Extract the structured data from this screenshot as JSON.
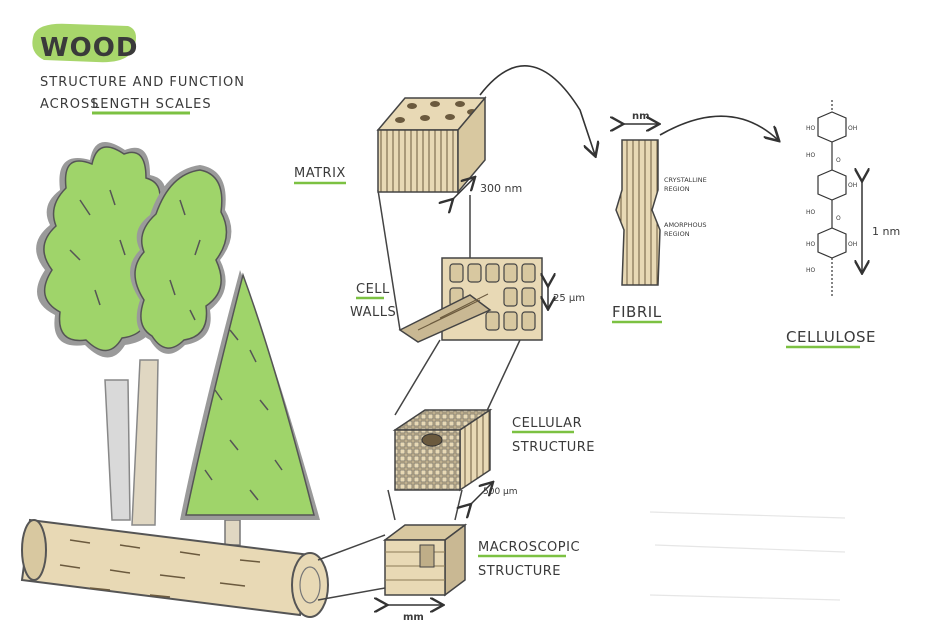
{
  "title": {
    "main": "WOOD",
    "line1": "STRUCTURE AND FUNCTION",
    "line2_prefix": "ACROSS",
    "line2_highlight": "LENGTH SCALES"
  },
  "labels": {
    "matrix": "MATRIX",
    "cell_walls_1": "CELL",
    "cell_walls_2": "WALLS",
    "cellular_1": "CELLULAR",
    "cellular_2": "STRUCTURE",
    "macro_1": "MACROSCOPIC",
    "macro_2": "STRUCTURE",
    "fibril": "FIBRIL",
    "cellulose": "CELLULOSE",
    "crystalline_1": "CRYSTALLINE",
    "crystalline_2": "REGION",
    "amorphous_1": "AMORPHOUS",
    "amorphous_2": "REGION"
  },
  "scales": {
    "matrix": "300 nm",
    "cell_walls": "25 µm",
    "cellular": "500 µm",
    "macro": "mm",
    "fibril": "nm",
    "cellulose": "1 nm"
  },
  "chem": {
    "oh": "OH",
    "ho": "HO",
    "o": "O"
  },
  "colors": {
    "accent_green": "#7cc142",
    "title_highlight": "#a8d66b",
    "wood": "#e8d9b5",
    "ink": "#3a3a3a",
    "leaf": "#9fd46a",
    "leaf_dark": "#6aa84f",
    "shadow": "#9a9a9a"
  }
}
